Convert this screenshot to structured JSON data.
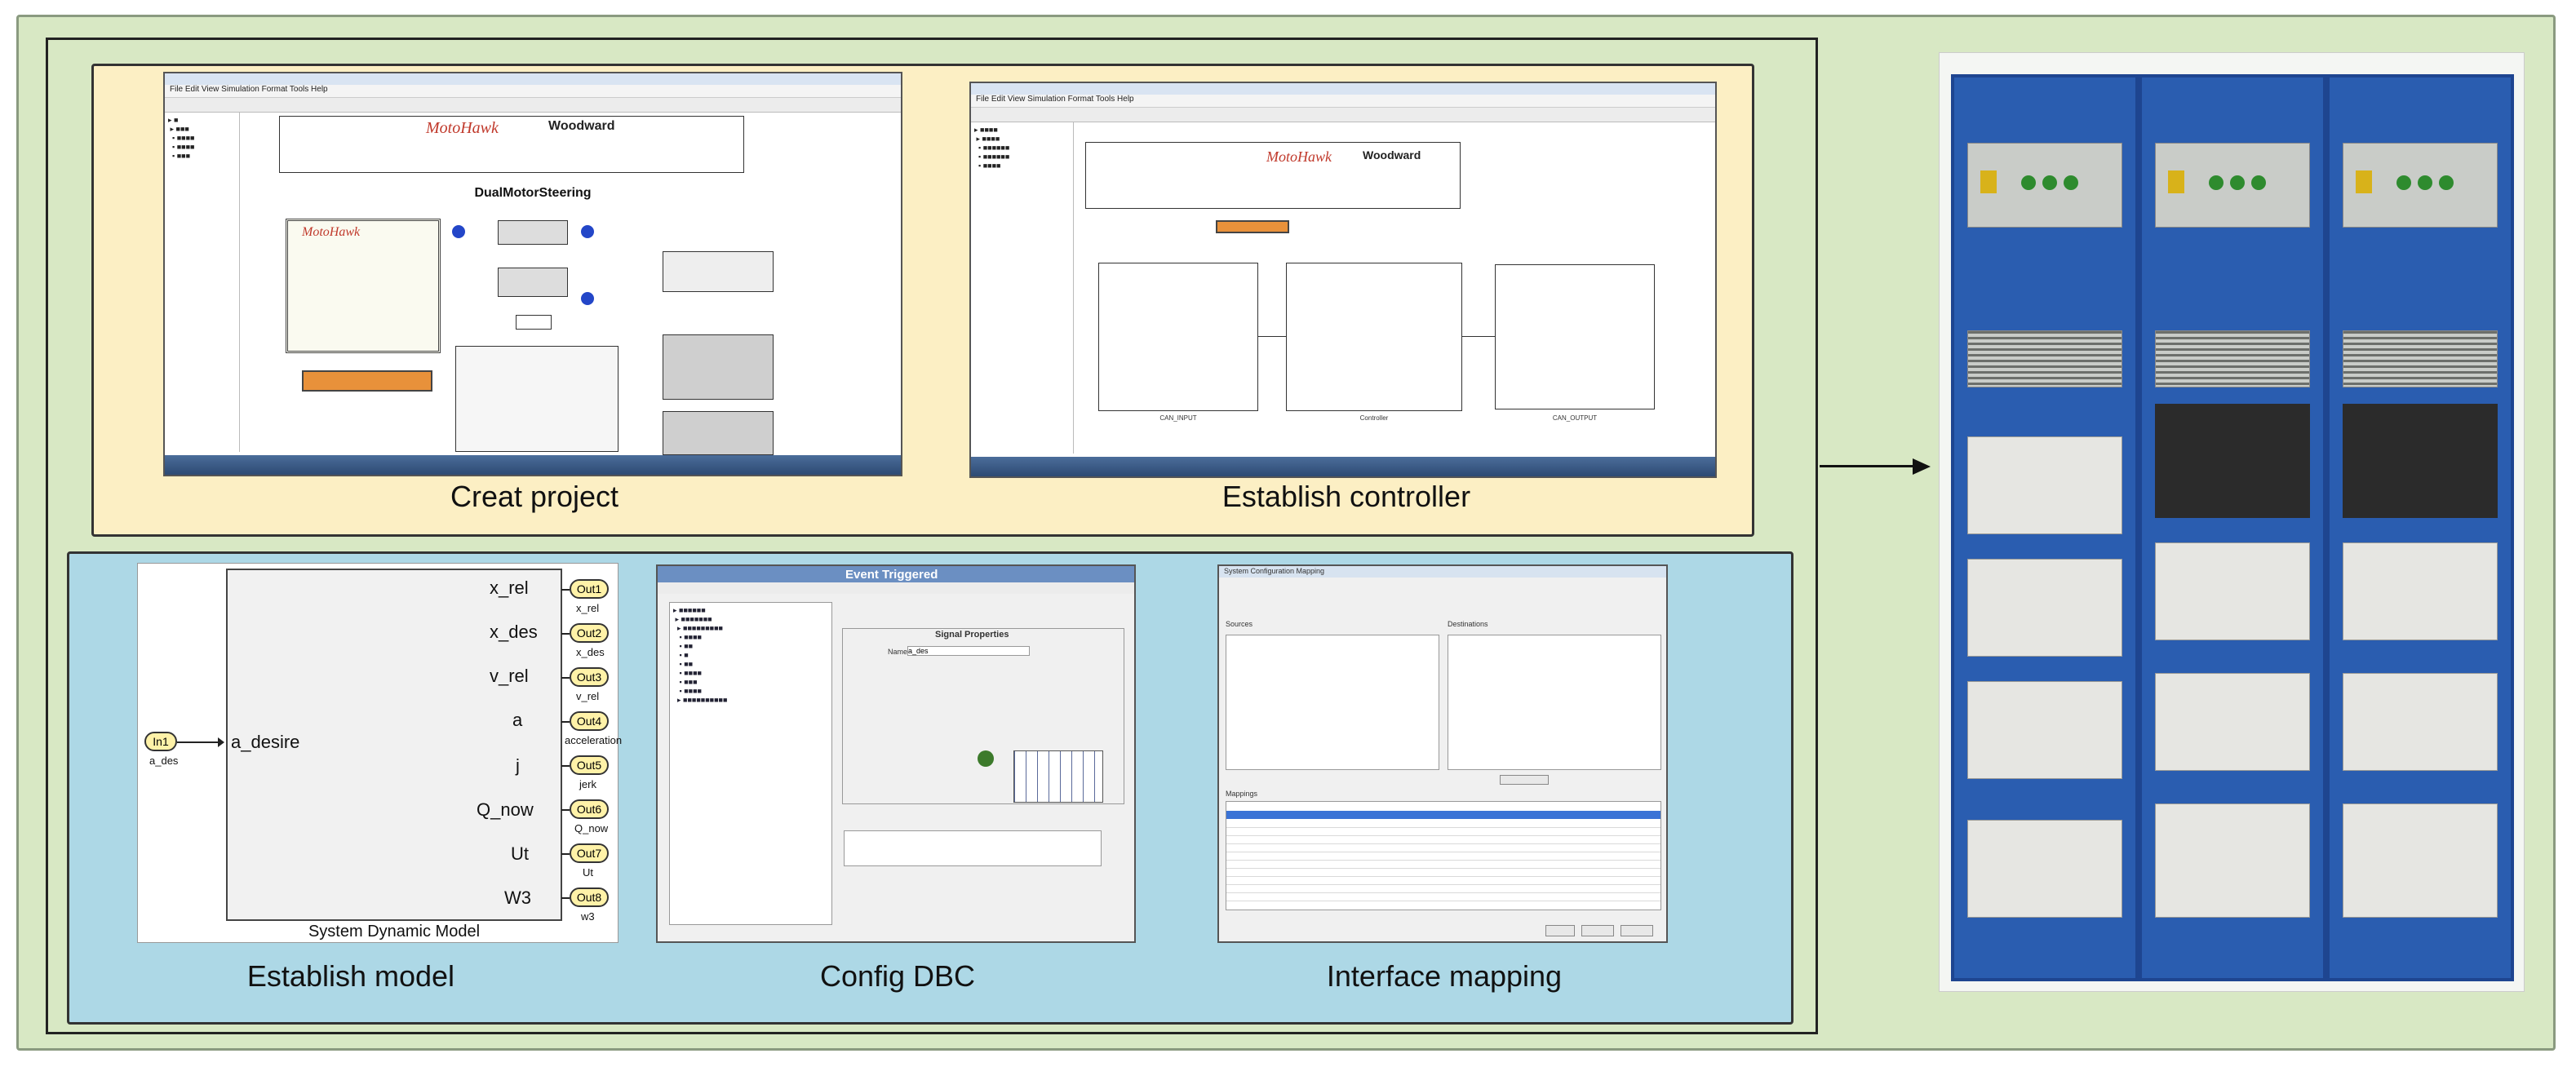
{
  "captions": {
    "creat_project": "Creat  project",
    "establish_controller": "Establish  controller",
    "establish_model": "Establish  model",
    "config_dbc": "Config  DBC",
    "interface_mapping": "Interface  mapping"
  },
  "model_diagram": {
    "input_port": "In1",
    "input_signal": "a_des",
    "input_label": "a_desire",
    "block_title": "System Dynamic Model",
    "outputs": [
      {
        "label": "x_rel",
        "port": "Out1",
        "signal": "x_rel"
      },
      {
        "label": "x_des",
        "port": "Out2",
        "signal": "x_des"
      },
      {
        "label": "v_rel",
        "port": "Out3",
        "signal": "v_rel"
      },
      {
        "label": "a",
        "port": "Out4",
        "signal": "acceleration"
      },
      {
        "label": "j",
        "port": "Out5",
        "signal": "jerk"
      },
      {
        "label": "Q_now",
        "port": "Out6",
        "signal": "Q_now"
      },
      {
        "label": "Ut",
        "port": "Out7",
        "signal": "Ut"
      },
      {
        "label": "W3",
        "port": "Out8",
        "signal": "w3"
      }
    ]
  },
  "project_shot": {
    "menu": "File  Edit  View  Simulation  Format  Tools  Help",
    "brand": "MotoHawk",
    "company": "Woodward",
    "title": "DualMotorSteering"
  },
  "controller_shot": {
    "menu": "File  Edit  View  Simulation  Format  Tools  Help",
    "brand": "MotoHawk",
    "company": "Woodward",
    "block_labels": [
      "CAN_INPUT",
      "Controller",
      "CAN_OUTPUT"
    ]
  },
  "dbc_shot": {
    "title": "Event Triggered",
    "section": "Signal Properties",
    "name_label": "Name",
    "name_value": "a_des"
  },
  "mapping_shot": {
    "title": "System Configuration Mapping",
    "sources": "Sources",
    "destinations": "Destinations",
    "mappings": "Mappings"
  },
  "colors": {
    "outer_bg": "#d8e8c4",
    "top_panel_bg": "#fcefc4",
    "bottom_panel_bg": "#add8e6",
    "rack_blue": "#2a5db0",
    "port_yellow": "#fff2a8"
  }
}
